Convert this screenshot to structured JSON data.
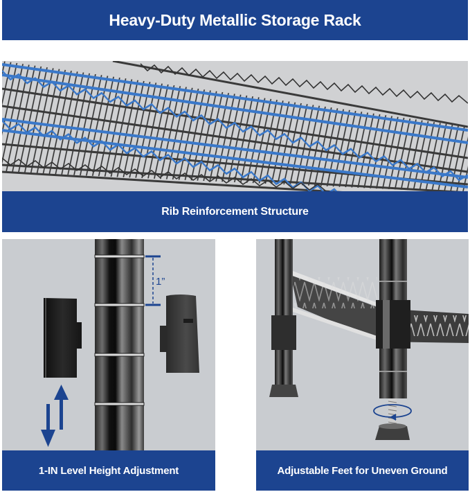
{
  "header": {
    "title": "Heavy-Duty Metallic Storage Rack"
  },
  "sections": [
    {
      "id": "rib",
      "caption": "Rib Reinforcement Structure",
      "image": "wire-shelf-mesh-closeup"
    },
    {
      "id": "height",
      "caption": "1-IN Level Height Adjustment",
      "image": "pole-with-sleeves",
      "annotation": "1”"
    },
    {
      "id": "feet",
      "caption": "Adjustable Feet for Uneven Ground",
      "image": "leveling-foot-closeup"
    }
  ],
  "colors": {
    "brand_blue": "#1c4490",
    "panel_gray": "#c9ccd0",
    "accent_blue": "#3a78c9"
  }
}
